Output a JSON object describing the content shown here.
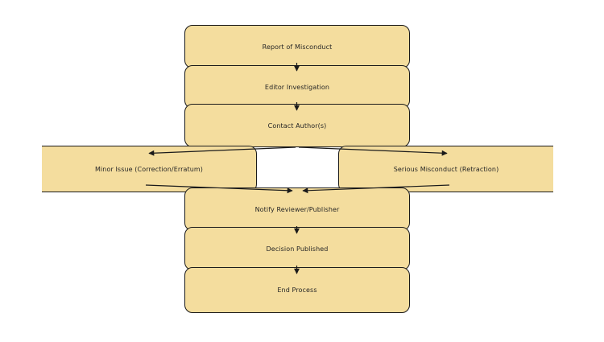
{
  "diagram": {
    "type": "flowchart",
    "colors": {
      "node_fill": "#F4DD9E",
      "node_border": "#1A1A1A",
      "text": "#262626",
      "background": "#FFFFFF",
      "arrow": "#1A1A1A"
    },
    "nodes": {
      "report": {
        "label": "Report of Misconduct"
      },
      "editor": {
        "label": "Editor Investigation"
      },
      "contact": {
        "label": "Contact Author(s)"
      },
      "minor": {
        "label": "Minor Issue (Correction/Erratum)"
      },
      "serious": {
        "label": "Serious Misconduct (Retraction)"
      },
      "notify": {
        "label": "Notify Reviewer/Publisher"
      },
      "decision": {
        "label": "Decision Published"
      },
      "end": {
        "label": "End Process"
      }
    },
    "edges": [
      {
        "from": "report",
        "to": "editor"
      },
      {
        "from": "editor",
        "to": "contact"
      },
      {
        "from": "contact",
        "to": "minor"
      },
      {
        "from": "contact",
        "to": "serious"
      },
      {
        "from": "minor",
        "to": "notify"
      },
      {
        "from": "serious",
        "to": "notify"
      },
      {
        "from": "notify",
        "to": "decision"
      },
      {
        "from": "decision",
        "to": "end"
      }
    ]
  }
}
